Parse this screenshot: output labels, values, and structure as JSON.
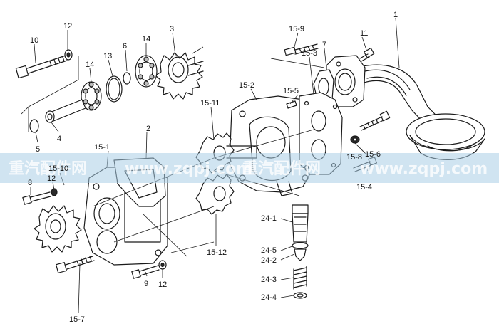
{
  "diagram": {
    "labels": {
      "l1": "1",
      "l2": "2",
      "l3": "3",
      "l4": "4",
      "l5": "5",
      "l6": "6",
      "l7": "7",
      "l8": "8",
      "l9": "9",
      "l10": "10",
      "l11": "11",
      "l12a": "12",
      "l12b": "12",
      "l12c": "12",
      "l13": "13",
      "l14a": "14",
      "l14b": "14",
      "l15_1": "15-1",
      "l15_2": "15-2",
      "l15_3": "15-3",
      "l15_4": "15-4",
      "l15_5": "15-5",
      "l15_6": "15-6",
      "l15_7": "15-7",
      "l15_8": "15-8",
      "l15_9": "15-9",
      "l15_10": "15-10",
      "l15_11": "15-11",
      "l15_12": "15-12",
      "l24_1": "24-1",
      "l24_2": "24-2",
      "l24_3": "24-3",
      "l24_4": "24-4",
      "l24_5": "24-5"
    }
  },
  "watermark": {
    "segments": [
      "重汽配件网",
      "www.zqpj.com",
      "重汽配件网",
      "www.zqpj.com"
    ],
    "color": "#a9cde6"
  }
}
